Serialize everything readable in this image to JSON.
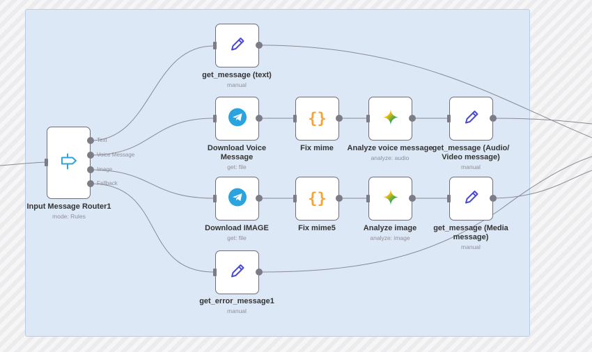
{
  "colors": {
    "group_bg": "#dce8f6",
    "wire": "#8a8a93",
    "port": "#7c7c86",
    "pencil": "#4a4ad6",
    "telegram": "#2aa3de",
    "json": "#f3a53a"
  },
  "router": {
    "name": "Input Message Router1",
    "subtitle": "mode: Rules",
    "icon": "signpost-icon",
    "outputs": [
      "Text",
      "Voice Message",
      "Image",
      "Fallback"
    ]
  },
  "nodes": {
    "get_text": {
      "name": "get_message (text)",
      "subtitle": "manual",
      "icon": "pencil-icon"
    },
    "download_voice": {
      "name": "Download Voice Message",
      "subtitle": "get: file",
      "icon": "telegram-icon"
    },
    "fix_mime": {
      "name": "Fix mime",
      "subtitle": "",
      "icon": "curly-braces-icon",
      "glyph": "{}"
    },
    "analyze_voice": {
      "name": "Analyze voice message",
      "subtitle": "analyze: audio",
      "icon": "gemini-sparkle-icon"
    },
    "get_audio": {
      "name": "get_message (Audio/ Video message)",
      "subtitle": "manual",
      "icon": "pencil-icon"
    },
    "download_image": {
      "name": "Download IMAGE",
      "subtitle": "get: file",
      "icon": "telegram-icon"
    },
    "fix_mime5": {
      "name": "Fix mime5",
      "subtitle": "",
      "icon": "curly-braces-icon",
      "glyph": "{}"
    },
    "analyze_image": {
      "name": "Analyze image",
      "subtitle": "analyze: image",
      "icon": "gemini-sparkle-icon"
    },
    "get_media": {
      "name": "get_message (Media message)",
      "subtitle": "manual",
      "icon": "pencil-icon"
    },
    "get_error": {
      "name": "get_error_message1",
      "subtitle": "manual",
      "icon": "pencil-icon"
    }
  }
}
